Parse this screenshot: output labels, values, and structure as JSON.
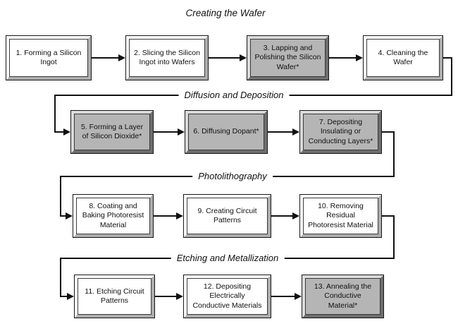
{
  "diagram": {
    "main_title": "Creating the Wafer",
    "section_titles": {
      "diffusion": "Diffusion and Deposition",
      "photolithography": "Photolithography",
      "etching": "Etching and Metallization"
    },
    "steps": [
      {
        "label": "1. Forming a Silicon Ingot",
        "highlighted": false
      },
      {
        "label": "2. Slicing the Silicon Ingot into Wafers",
        "highlighted": false
      },
      {
        "label": "3. Lapping and Polishing the Silicon Wafer*",
        "highlighted": true
      },
      {
        "label": "4. Cleaning the Wafer",
        "highlighted": false
      },
      {
        "label": "5. Forming a Layer of Silicon Dioxide*",
        "highlighted": true
      },
      {
        "label": "6. Diffusing Dopant*",
        "highlighted": true
      },
      {
        "label": "7. Depositing Insulating or Conducting Layers*",
        "highlighted": true
      },
      {
        "label": "8. Coating and Baking Photoresist Material",
        "highlighted": false
      },
      {
        "label": "9. Creating Circuit Patterns",
        "highlighted": false
      },
      {
        "label": "10. Removing Residual Photoresist Material",
        "highlighted": false
      },
      {
        "label": "11. Etching Circuit Patterns",
        "highlighted": false
      },
      {
        "label": "12. Depositing Electrically Conductive Materials",
        "highlighted": false
      },
      {
        "label": "13. Annealing the Conductive Material*",
        "highlighted": true
      }
    ],
    "colors": {
      "highlighted_step_fill": "#b5b5b5",
      "normal_step_fill": "#ffffff",
      "connector_line": "#111111"
    }
  }
}
